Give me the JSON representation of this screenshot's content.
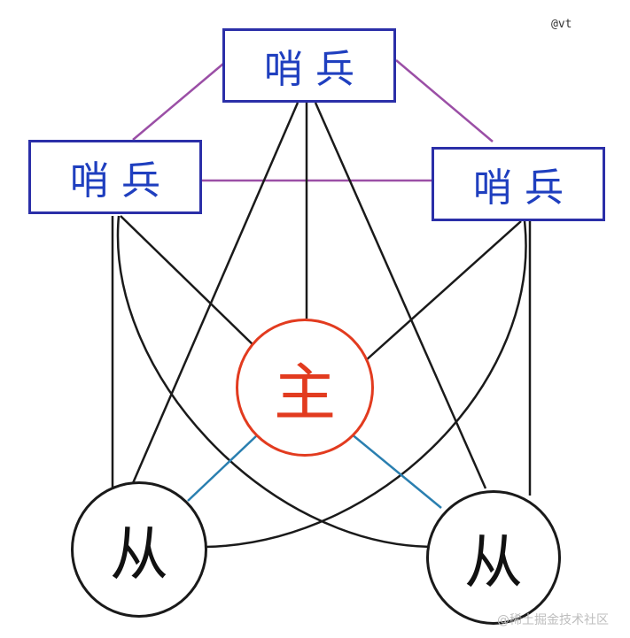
{
  "diagram": {
    "author_mark": "@vt",
    "watermark": "@稀土掘金技术社区",
    "nodes": {
      "sentinel_top": "哨兵",
      "sentinel_left": "哨兵",
      "sentinel_right": "哨兵",
      "master": "主",
      "slave_left": "从",
      "slave_right": "从"
    },
    "colors": {
      "sentinel_border": "#2b2fa8",
      "sentinel_text": "#1f3fbf",
      "sentinel_links": "#9b4fa6",
      "master": "#e23b1f",
      "replication_links": "#2a7fb0",
      "monitor_links": "#1a1a1a"
    }
  }
}
